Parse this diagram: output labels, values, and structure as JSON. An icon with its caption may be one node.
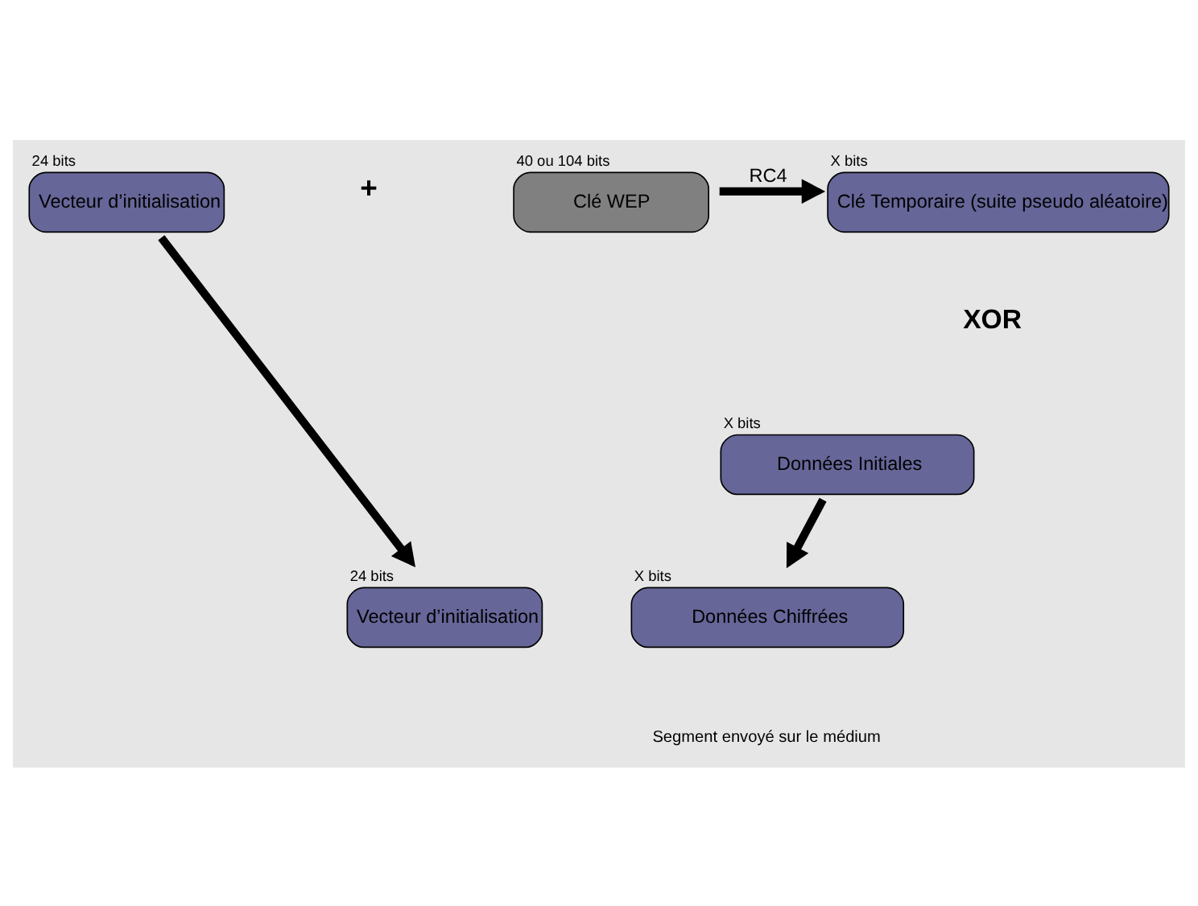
{
  "diagram": {
    "nodes": [
      {
        "text": [
          "Vecteur d’initialisation"
        ],
        "beside": [
          "24 bits"
        ]
      },
      {
        "text": [
          "Clé WEP"
        ],
        "beside": [
          "40 ou 104 bits"
        ]
      },
      {
        "text": [
          "Clé Temporaire (suite pseudo aléatoire)"
        ],
        "beside": [
          "X bits"
        ]
      },
      {
        "text": [
          "Données Initiales"
        ],
        "beside": [
          "X bits"
        ]
      },
      {
        "text": [
          "Vecteur d’initialisation"
        ],
        "beside": [
          "24 bits"
        ]
      },
      {
        "text": [
          "Données Chiffrées"
        ],
        "beside": [
          "X bits"
        ]
      }
    ],
    "edges": [
      {
        "from": 1,
        "to": 2,
        "arrow": "to",
        "label": "RC4"
      },
      {
        "from": 3,
        "to": 5,
        "arrow": "to"
      },
      {
        "from": 0,
        "to": 4,
        "arrow": "to"
      }
    ],
    "labels": [
      "+",
      "XOR",
      "Segment envoyé sur le médium"
    ]
  }
}
